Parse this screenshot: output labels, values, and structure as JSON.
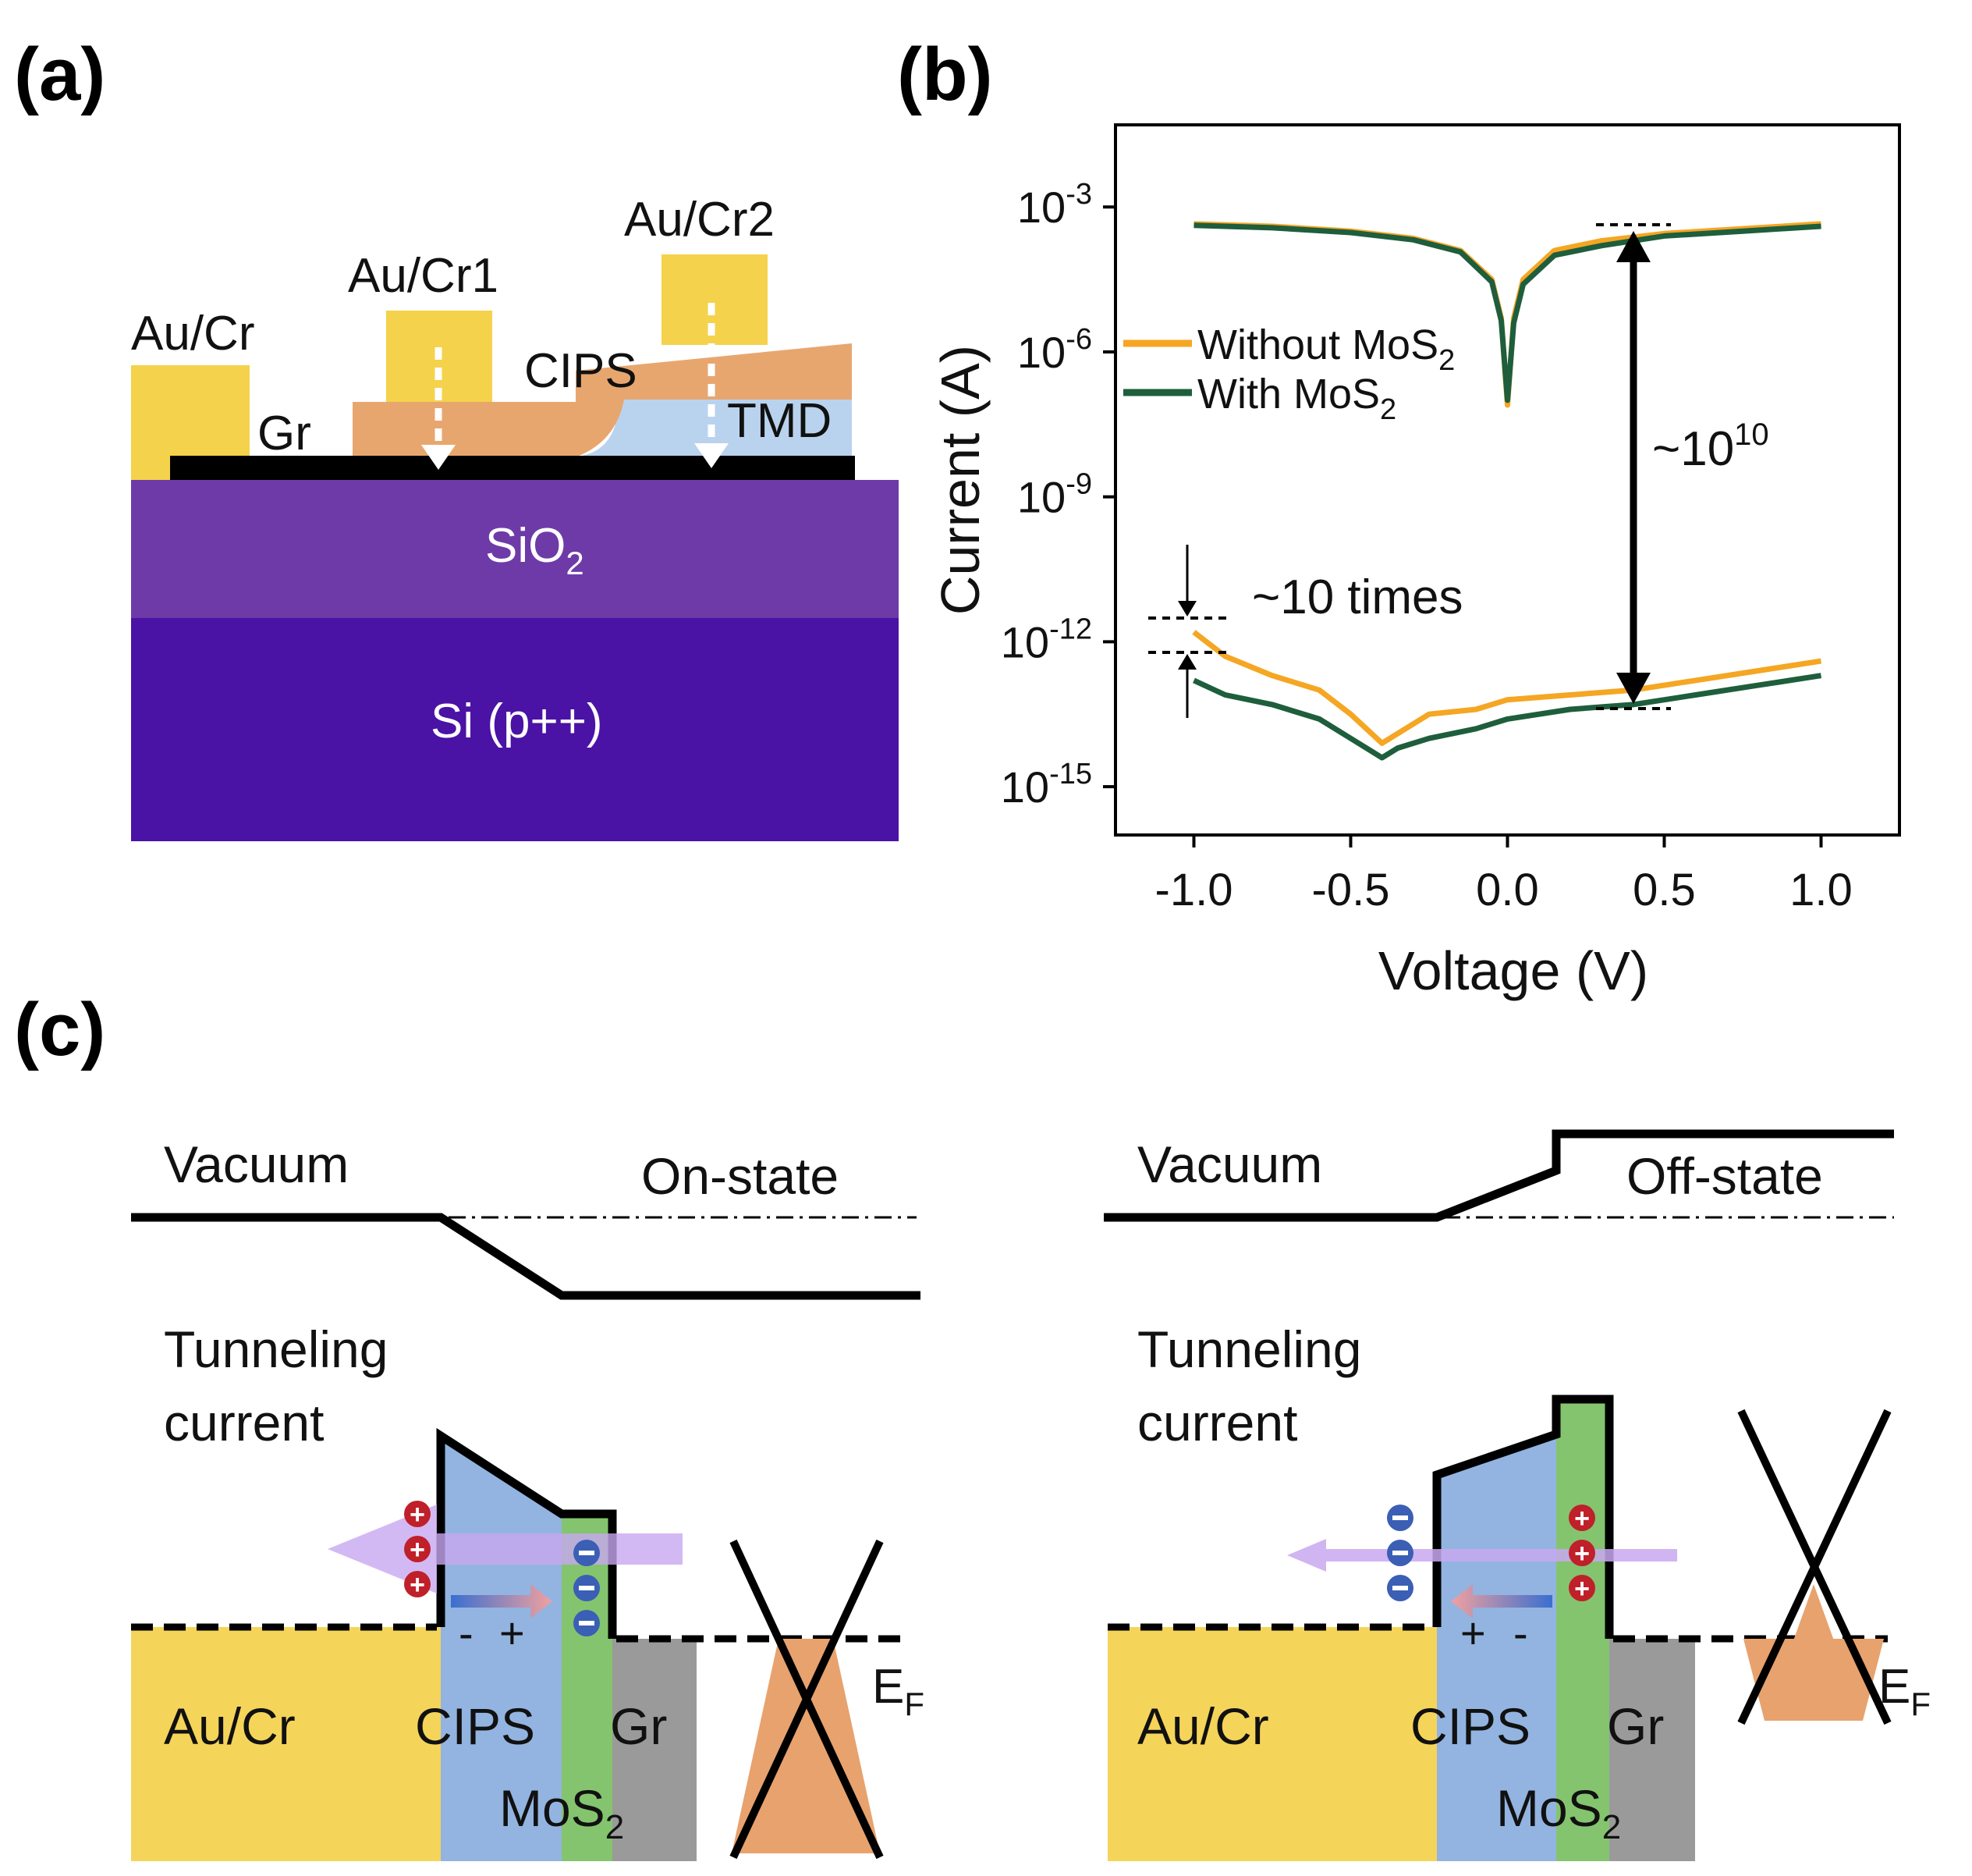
{
  "panels": {
    "a": "(a)",
    "b": "(b)",
    "c": "(c)"
  },
  "panel_a": {
    "electrode_au_cr": "Au/Cr",
    "electrode_au_cr1": "Au/Cr1",
    "electrode_au_cr2": "Au/Cr2",
    "gr": "Gr",
    "cips": "CIPS",
    "tmd": "TMD",
    "sio2_base": "SiO",
    "sio2_sub": "2",
    "si": "Si (p++)",
    "colors": {
      "gold": "#f5d24b",
      "cips": "#e8a66f",
      "tmd": "#b9d3ee",
      "sio2": "#6e3aa8",
      "si": "#4b12a6",
      "graphene": "#000000"
    }
  },
  "chart_data": {
    "type": "line",
    "xlabel": "Voltage (V)",
    "ylabel": "Current (A)",
    "xlim": [
      -1.25,
      1.25
    ],
    "ylim_log10": [
      -16,
      -1.3
    ],
    "yscale": "log",
    "xticks": [
      "-1.0",
      "-0.5",
      "0.0",
      "0.5",
      "1.0"
    ],
    "xtick_values": [
      -1.0,
      -0.5,
      0.0,
      0.5,
      1.0
    ],
    "yticks_base": "10",
    "yticks_exp": [
      "-3",
      "-6",
      "-9",
      "-12",
      "-15"
    ],
    "ytick_values_log10": [
      -3,
      -6,
      -9,
      -12,
      -15
    ],
    "series": [
      {
        "name_base": "Without MoS",
        "name_sub": "2",
        "color": "#f5a623",
        "on_x": [
          -1.0,
          -0.75,
          -0.5,
          -0.3,
          -0.15,
          -0.05,
          -0.02,
          0.0,
          0.02,
          0.05,
          0.15,
          0.3,
          0.5,
          0.75,
          1.0
        ],
        "on_log10": [
          -3.35,
          -3.4,
          -3.5,
          -3.65,
          -3.9,
          -4.5,
          -5.3,
          -7.1,
          -5.3,
          -4.5,
          -3.9,
          -3.7,
          -3.55,
          -3.45,
          -3.35
        ],
        "off_x": [
          -1.0,
          -0.9,
          -0.75,
          -0.6,
          -0.5,
          -0.4,
          -0.35,
          -0.25,
          -0.1,
          0.0,
          0.2,
          0.4,
          0.6,
          0.8,
          1.0
        ],
        "off_log10": [
          -11.8,
          -12.3,
          -12.7,
          -13.0,
          -13.5,
          -14.1,
          -13.9,
          -13.5,
          -13.4,
          -13.2,
          -13.1,
          -13.0,
          -12.8,
          -12.6,
          -12.4
        ]
      },
      {
        "name_base": "With MoS",
        "name_sub": "2",
        "color": "#1e5e3c",
        "on_x": [
          -1.0,
          -0.75,
          -0.5,
          -0.3,
          -0.15,
          -0.05,
          -0.02,
          0.0,
          0.02,
          0.05,
          0.15,
          0.3,
          0.5,
          0.75,
          1.0
        ],
        "on_log10": [
          -3.38,
          -3.43,
          -3.53,
          -3.68,
          -3.93,
          -4.55,
          -5.35,
          -7.0,
          -5.4,
          -4.6,
          -4.0,
          -3.8,
          -3.6,
          -3.5,
          -3.4
        ],
        "off_x": [
          -1.0,
          -0.9,
          -0.75,
          -0.6,
          -0.5,
          -0.4,
          -0.35,
          -0.25,
          -0.1,
          0.0,
          0.2,
          0.4,
          0.6,
          0.8,
          1.0
        ],
        "off_log10": [
          -12.8,
          -13.1,
          -13.3,
          -13.6,
          -14.0,
          -14.4,
          -14.2,
          -14.0,
          -13.8,
          -13.6,
          -13.4,
          -13.3,
          -13.1,
          -12.9,
          -12.7
        ]
      }
    ],
    "annotations": {
      "ratio_base": "~10",
      "ratio_exp": "10",
      "ten_times": "~10 times"
    }
  },
  "panel_c": {
    "on": {
      "vacuum": "Vacuum",
      "state": "On-state",
      "tunneling_line1": "Tunneling",
      "tunneling_line2": "current",
      "metal": "Au/Cr",
      "cips": "CIPS",
      "gr": "Gr",
      "mos2_base": "MoS",
      "mos2_sub": "2",
      "minus": "-",
      "plus": "+",
      "ef_base": "E",
      "ef_sub": "F"
    },
    "off": {
      "vacuum": "Vacuum",
      "state": "Off-state",
      "tunneling_line1": "Tunneling",
      "tunneling_line2": "current",
      "metal": "Au/Cr",
      "cips": "CIPS",
      "gr": "Gr",
      "mos2_base": "MoS",
      "mos2_sub": "2",
      "minus": "-",
      "plus": "+",
      "ef_base": "E",
      "ef_sub": "F"
    },
    "colors": {
      "metal": "#f5d45a",
      "cips": "#93b4e0",
      "mos2": "#84c46e",
      "gr": "#9a9a9a",
      "cone": "#e8a26e",
      "arrow": "#c8a8f0",
      "pos": "#c0202a",
      "neg": "#3a5fb5"
    }
  }
}
